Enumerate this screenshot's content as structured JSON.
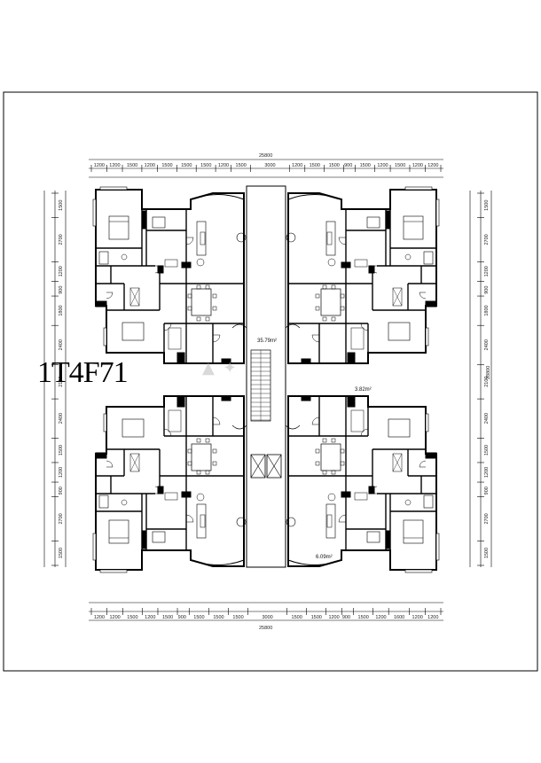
{
  "drawing": {
    "code": "1T4F71",
    "total_width": "25800",
    "total_depth": "28800",
    "top_dims": [
      "1200",
      "1200",
      "1500",
      "1200",
      "1500",
      "1500",
      "1500",
      "1200",
      "1500",
      "3000",
      "1200",
      "1500",
      "1500",
      "900",
      "1500",
      "1200",
      "1500",
      "1200",
      "1200"
    ],
    "bottom_dims": [
      "1200",
      "1200",
      "1500",
      "1200",
      "1500",
      "900",
      "1500",
      "1500",
      "1500",
      "3000",
      "1500",
      "1500",
      "1200",
      "900",
      "1500",
      "1200",
      "1600",
      "1200",
      "1200"
    ],
    "left_dims": [
      "1500",
      "2700",
      "1200",
      "900",
      "1800",
      "2400",
      "2100",
      "2400",
      "1500",
      "1200",
      "900",
      "2700",
      "1500"
    ],
    "right_dims": [
      "1500",
      "2700",
      "1200",
      "900",
      "1800",
      "2400",
      "2100",
      "2400",
      "1500",
      "1200",
      "900",
      "2700",
      "1500"
    ],
    "areas": {
      "stair_top": "35.79m²",
      "stair_mid": "3.82m²",
      "stair_bottom": "6.09m²"
    }
  }
}
